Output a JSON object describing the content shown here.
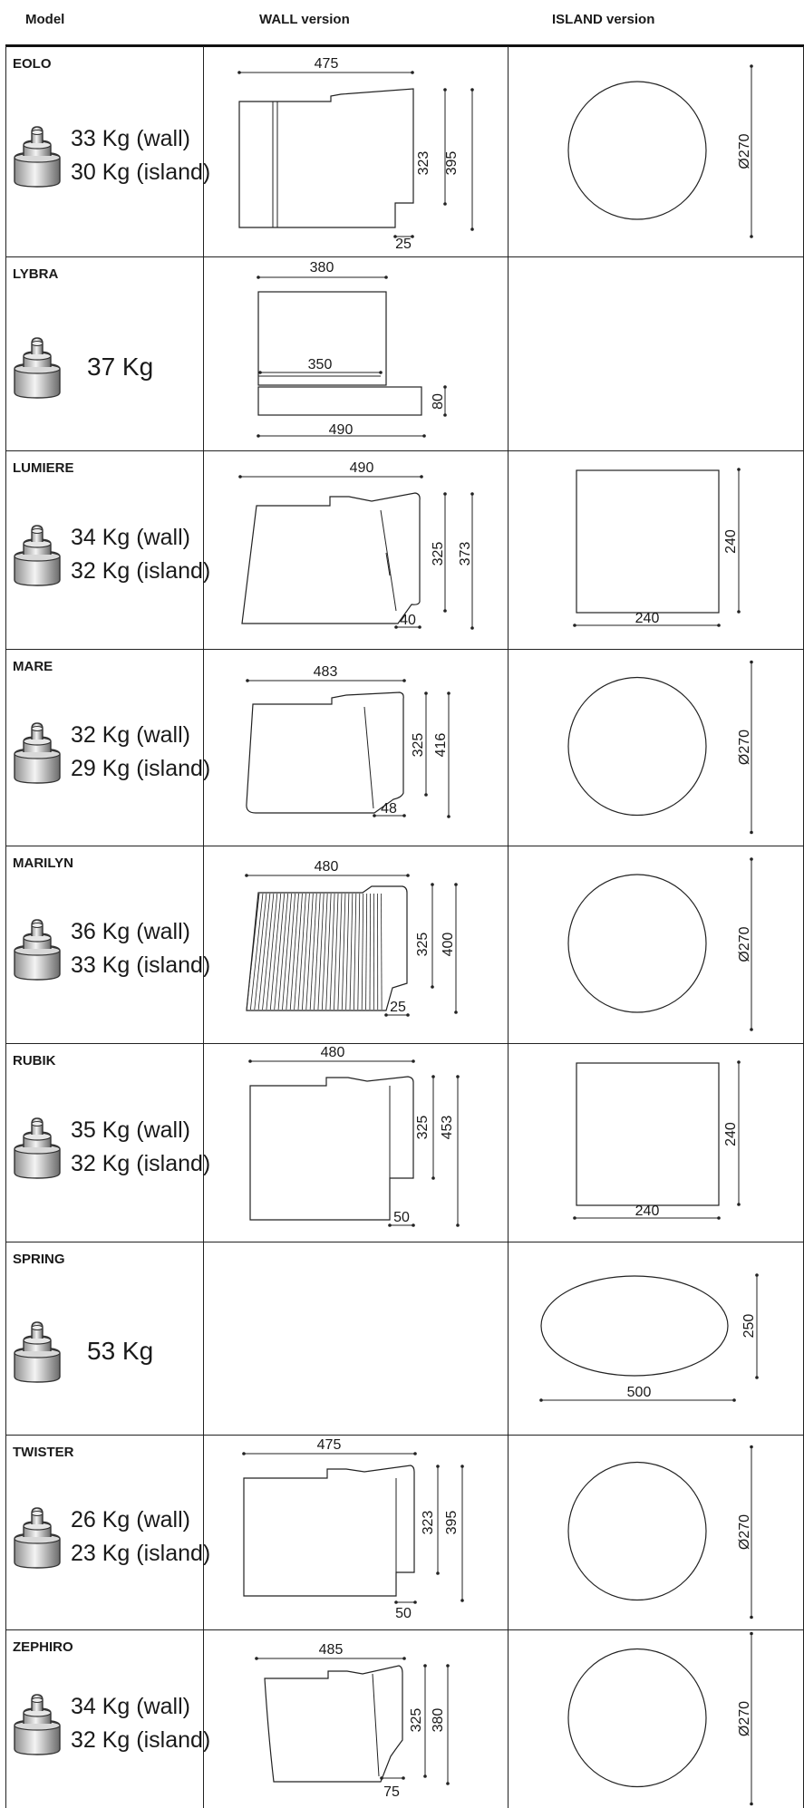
{
  "header": {
    "model_col": "Model",
    "wall_col": "WALL version",
    "island_col": "ISLAND version"
  },
  "rows": [
    {
      "name": "EOLO",
      "weight_lines": [
        "33 Kg (wall)",
        "30 Kg (island)"
      ],
      "wall": {
        "width": "475",
        "height1": "323",
        "height2": "395",
        "depth": "25"
      },
      "island": {
        "shape": "circle",
        "diameter": "Ø270"
      }
    },
    {
      "name": "LYBRA",
      "weight_lines": [
        "37 Kg"
      ],
      "wall": {
        "top_width": "380",
        "mid_width": "350",
        "bottom_width": "490",
        "height": "80"
      },
      "island": null
    },
    {
      "name": "LUMIERE",
      "weight_lines": [
        "34 Kg (wall)",
        "32 Kg (island)"
      ],
      "wall": {
        "width": "490",
        "height1": "325",
        "height2": "373",
        "depth": "40"
      },
      "island": {
        "shape": "square",
        "width": "240",
        "height": "240"
      }
    },
    {
      "name": "MARE",
      "weight_lines": [
        "32 Kg (wall)",
        "29 Kg (island)"
      ],
      "wall": {
        "width": "483",
        "height1": "325",
        "height2": "416",
        "depth": "48"
      },
      "island": {
        "shape": "circle",
        "diameter": "Ø270"
      }
    },
    {
      "name": "MARILYN",
      "weight_lines": [
        "36 Kg (wall)",
        "33 Kg (island)"
      ],
      "wall": {
        "width": "480",
        "height1": "325",
        "height2": "400",
        "depth": "25"
      },
      "island": {
        "shape": "circle",
        "diameter": "Ø270"
      }
    },
    {
      "name": "RUBIK",
      "weight_lines": [
        "35 Kg (wall)",
        "32 Kg (island)"
      ],
      "wall": {
        "width": "480",
        "height1": "325",
        "height2": "453",
        "depth": "50"
      },
      "island": {
        "shape": "square",
        "width": "240",
        "height": "240"
      }
    },
    {
      "name": "SPRING",
      "weight_lines": [
        "53 Kg"
      ],
      "wall": null,
      "island": {
        "shape": "ellipse",
        "width": "500",
        "height": "250"
      }
    },
    {
      "name": "TWISTER",
      "weight_lines": [
        "26 Kg (wall)",
        "23 Kg (island)"
      ],
      "wall": {
        "width": "475",
        "height1": "323",
        "height2": "395",
        "depth": "50"
      },
      "island": {
        "shape": "circle",
        "diameter": "Ø270"
      }
    },
    {
      "name": "ZEPHIRO",
      "weight_lines": [
        "34 Kg (wall)",
        "32 Kg (island)"
      ],
      "wall": {
        "width": "485",
        "height1": "325",
        "height2": "380",
        "depth": "75"
      },
      "island": {
        "shape": "circle",
        "diameter": "Ø270"
      }
    }
  ]
}
